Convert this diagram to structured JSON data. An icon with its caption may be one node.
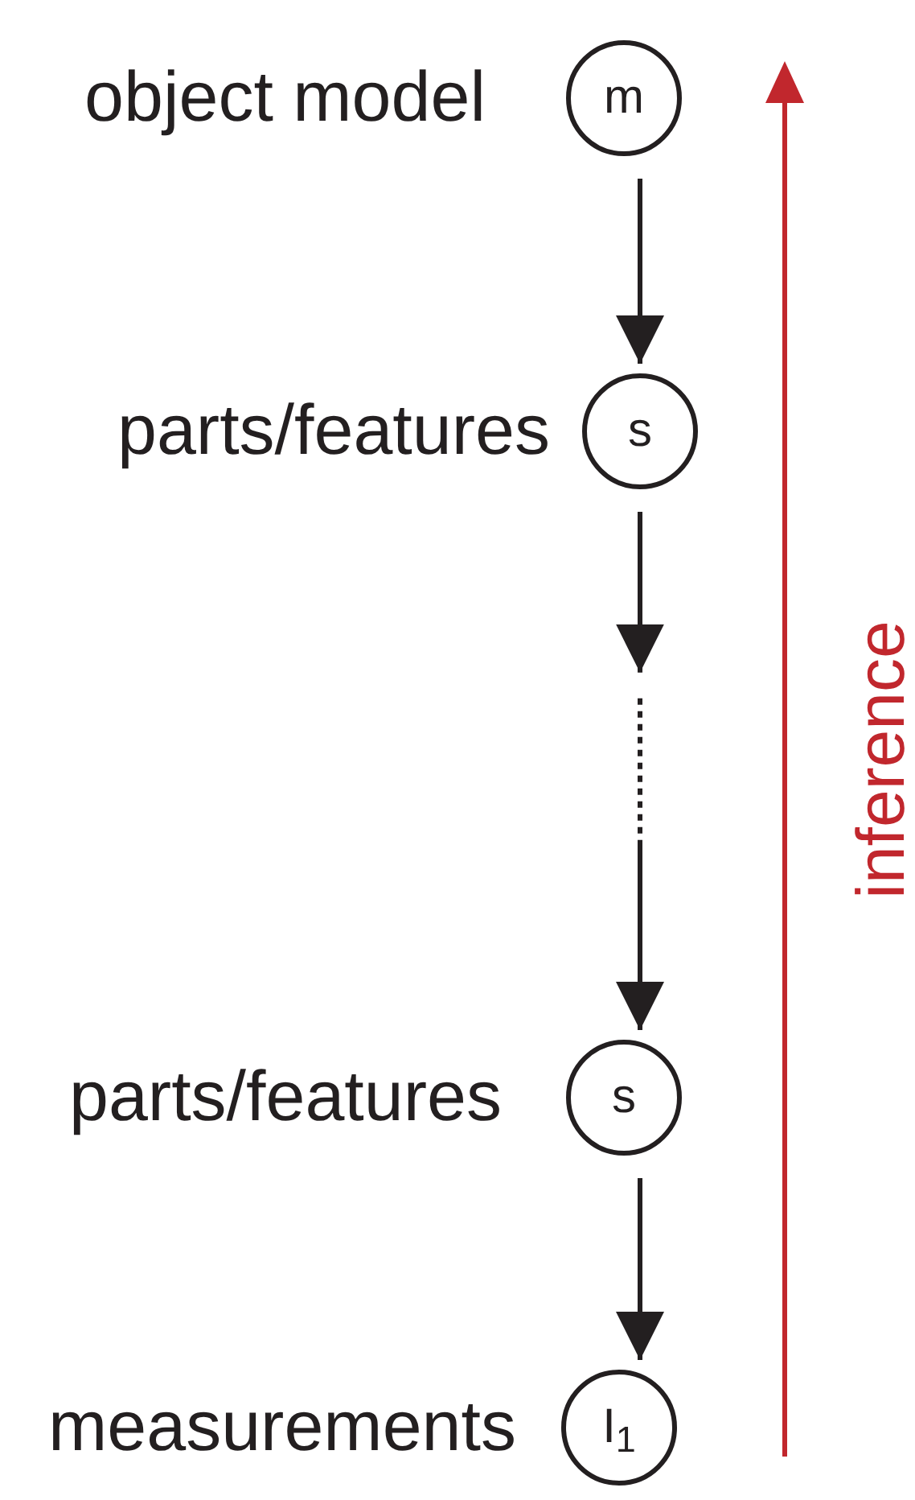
{
  "diagram": {
    "nodes": [
      {
        "text": [
          "m"
        ],
        "beside": [
          "object model"
        ]
      },
      {
        "text": [
          "s"
        ],
        "beside": [
          "parts/features"
        ]
      },
      {
        "text": [
          "s"
        ],
        "beside": [
          "parts/features"
        ]
      },
      {
        "text": [
          "I$_{1}$"
        ],
        "beside": [
          "measurements"
        ]
      }
    ],
    "edges": [
      {
        "from": 0,
        "to": 1,
        "arrow": "to"
      },
      {
        "from": 1,
        "to": 2,
        "arrow": "to",
        "style": "dashed"
      },
      {
        "from": 2,
        "to": 3,
        "arrow": "to"
      }
    ],
    "labels": [
      "inference"
    ]
  }
}
